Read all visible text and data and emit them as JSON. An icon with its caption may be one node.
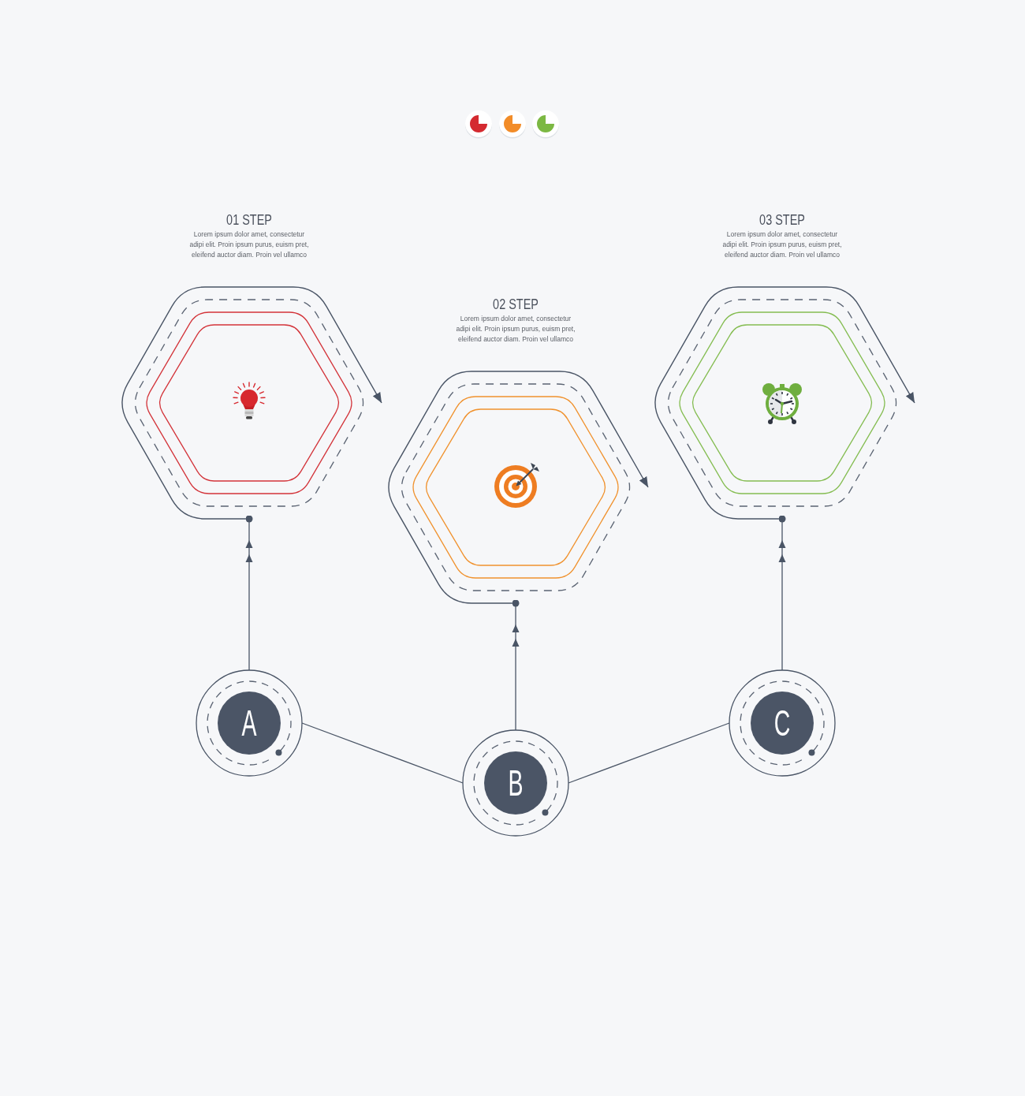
{
  "diagram": {
    "nodes": [
      {
        "text": [
          "01 STEP"
        ]
      },
      {
        "text": [
          "02 STEP"
        ]
      },
      {
        "text": [
          "03 STEP"
        ]
      },
      {
        "text": [
          "A"
        ]
      },
      {
        "text": [
          "B"
        ]
      },
      {
        "text": [
          "C"
        ]
      }
    ],
    "edges": [
      {
        "from": 0,
        "to": 0,
        "arrow": "to"
      },
      {
        "from": 1,
        "to": 1,
        "arrow": "to"
      },
      {
        "from": 2,
        "to": 2,
        "arrow": "to"
      },
      {
        "from": 3,
        "to": 0,
        "arrow": "to"
      },
      {
        "from": 4,
        "to": 1,
        "arrow": "to"
      },
      {
        "from": 5,
        "to": 2,
        "arrow": "to"
      },
      {
        "from": 3,
        "to": 4,
        "arrow": "none"
      },
      {
        "from": 4,
        "to": 5,
        "arrow": "none"
      }
    ],
    "labels": [
      "Lorem ipsum dolor amet, consectetur adipi elit. Proin ipsum purus, euism pret, eleifend auctor diam. Proin vel ullamco",
      "Lorem ipsum dolor amet, consectetur adipi elit. Proin ipsum purus, euism pret, eleifend auctor diam. Proin vel ullamco",
      "Lorem ipsum dolor amet, consectetur adipi elit. Proin ipsum purus, euism pret, eleifend auctor diam. Proin vel ullamco"
    ]
  }
}
